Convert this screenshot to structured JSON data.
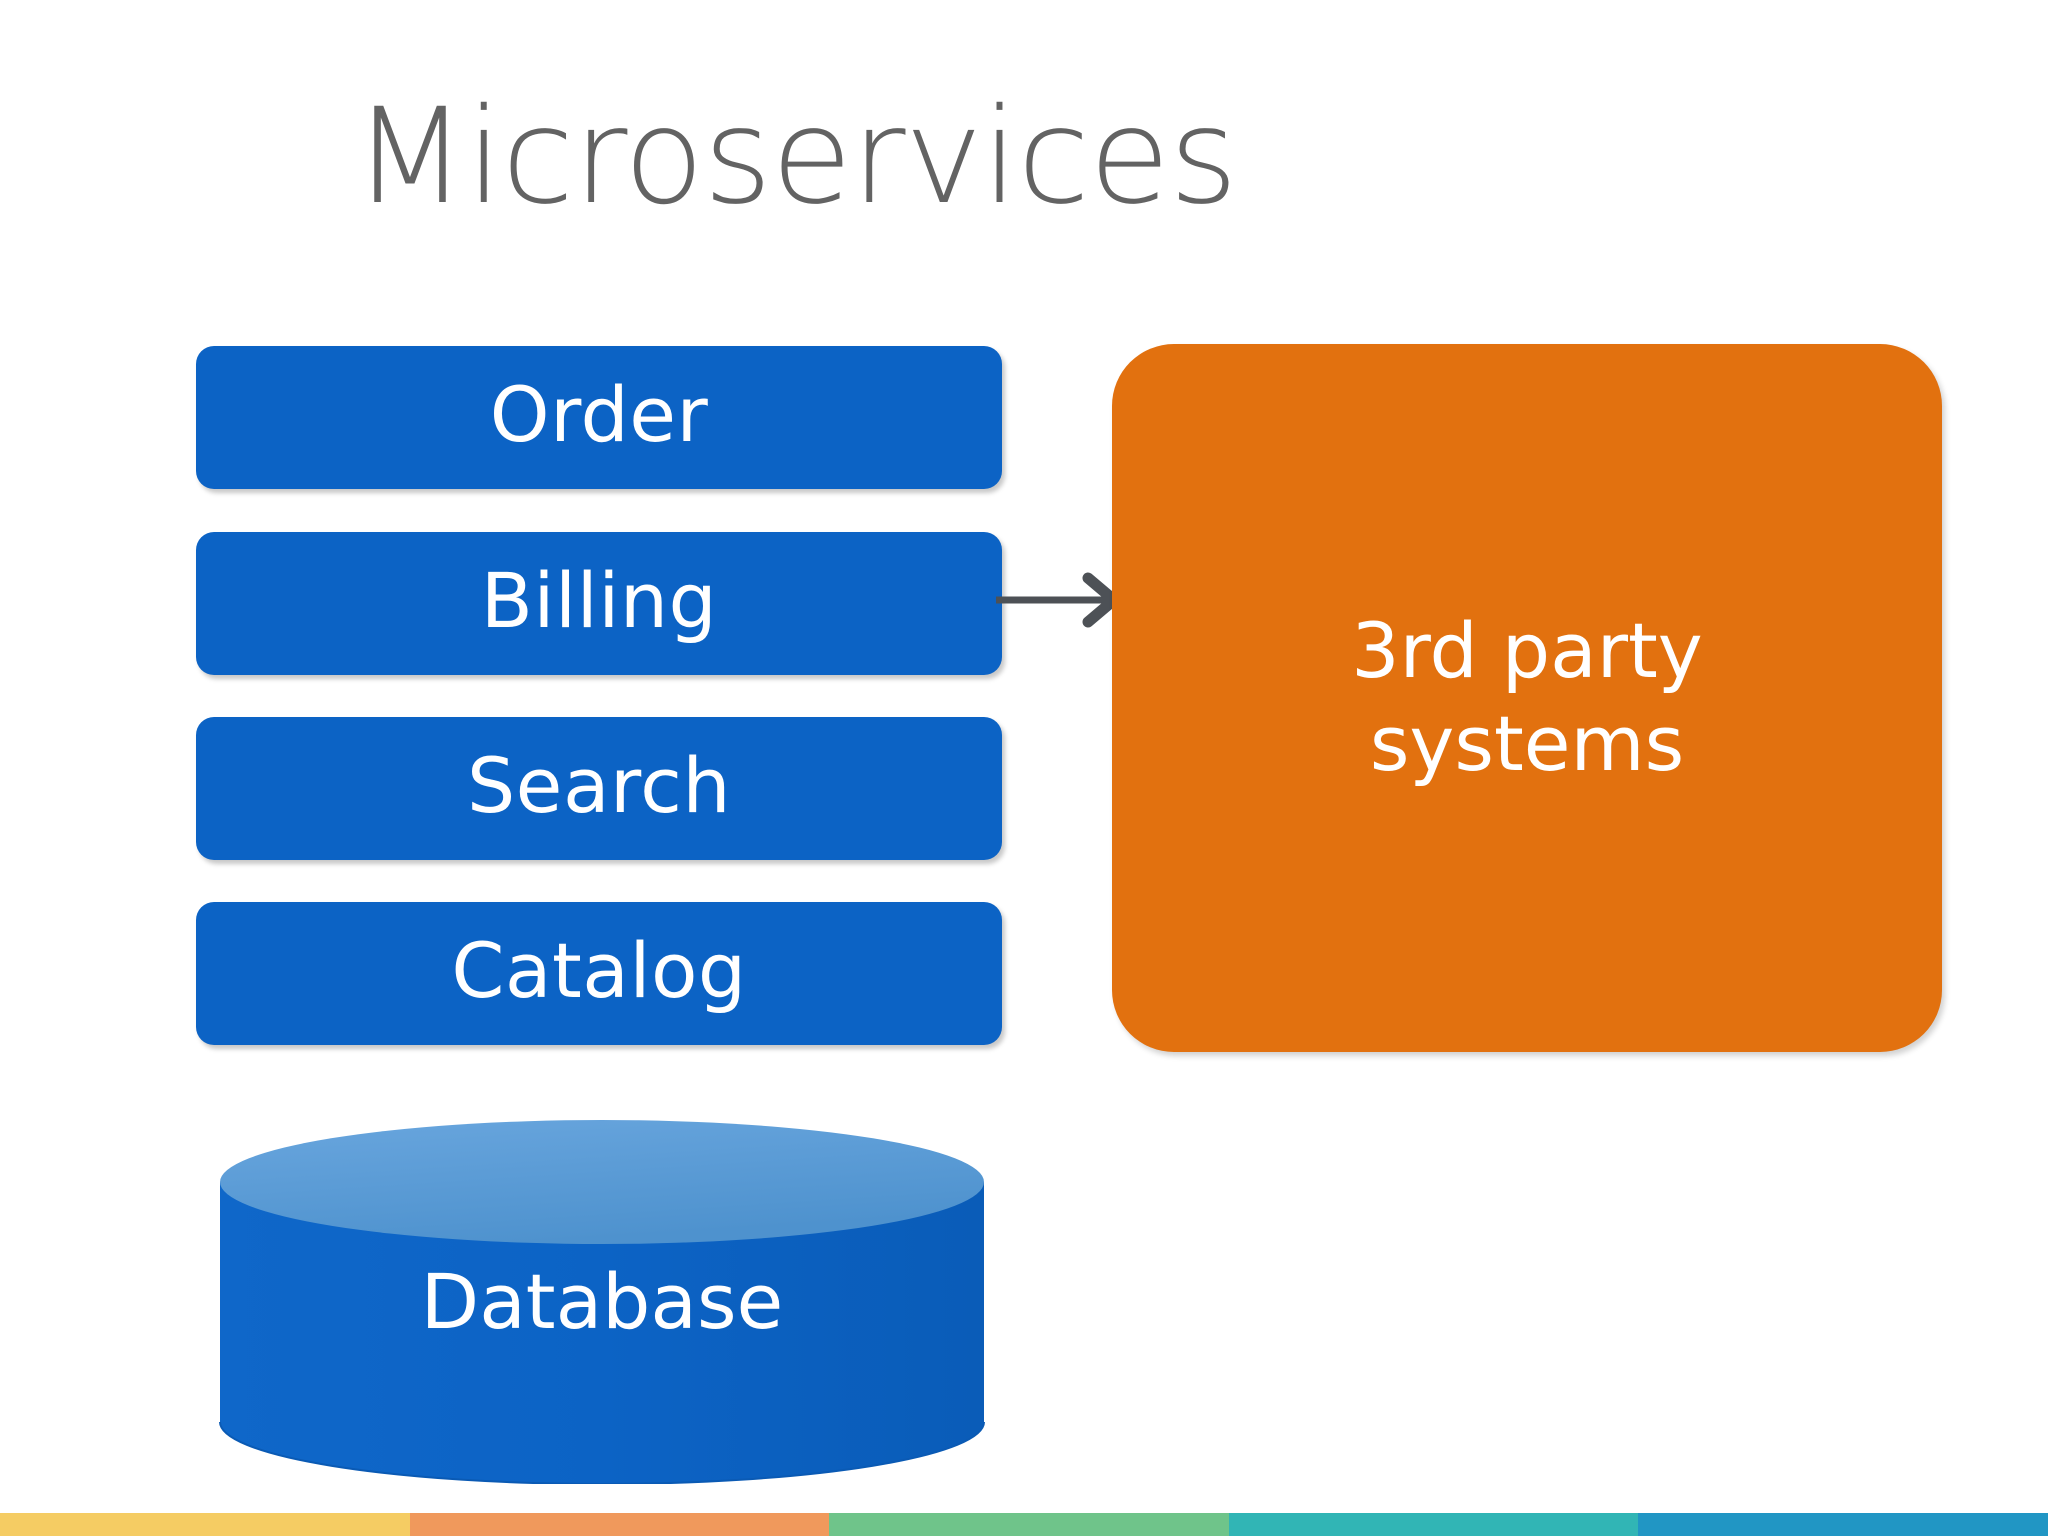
{
  "slide": {
    "title": "Microservices",
    "title_color": "#636363",
    "background_color": "#FFFFFF"
  },
  "services": {
    "box_color": "#0C63C5",
    "text_color": "#FFFFFF",
    "items": [
      {
        "label": "Order"
      },
      {
        "label": "Billing"
      },
      {
        "label": "Search"
      },
      {
        "label": "Catalog"
      }
    ]
  },
  "third_party": {
    "label": "3rd party\nsystems",
    "box_color": "#E2710F",
    "text_color": "#FFFFFF"
  },
  "connector": {
    "name": "billing-to-third-party-arrow",
    "color": "#4D5156",
    "from": "Billing",
    "to": "3rd party systems"
  },
  "database": {
    "label": "Database",
    "body_color": "#0C63C5",
    "top_color": "#5B9BD5",
    "text_color": "#FFFFFF"
  },
  "bottom_bar": {
    "segments": [
      {
        "name": "yellow",
        "color": "#F5CC63",
        "width_pct": 20.0
      },
      {
        "name": "orange",
        "color": "#F0995C",
        "width_pct": 20.5
      },
      {
        "name": "green",
        "color": "#6FC48A",
        "width_pct": 19.5
      },
      {
        "name": "teal",
        "color": "#31B5B5",
        "width_pct": 20.0
      },
      {
        "name": "blue",
        "color": "#2196C4",
        "width_pct": 20.0
      }
    ]
  }
}
